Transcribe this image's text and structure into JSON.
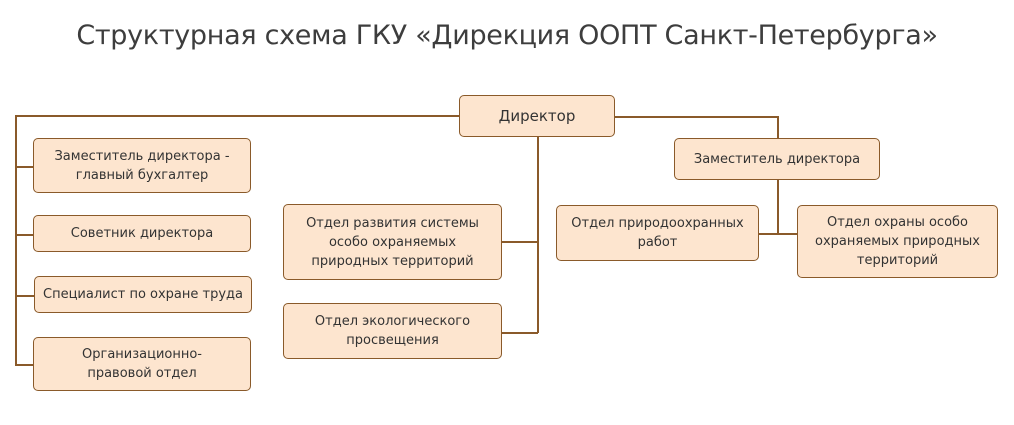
{
  "title": "Структурная схема ГКУ «Дирекция ООПТ Санкт-Петербурга»",
  "colors": {
    "box_fill": "#fde5cf",
    "box_border": "#8a5a2a",
    "line": "#8a5a2a"
  },
  "nodes": {
    "director": "Директор",
    "deputy_accountant": "Заместитель директора - главный бухгалтер",
    "advisor": "Советник директора",
    "labor_safety": "Специалист по охране труда",
    "legal_dept": "Организационно-правовой отдел",
    "pa_system_dev": "Отдел развития системы особо охраняемых природных территорий",
    "eco_education": "Отдел экологического просвещения",
    "deputy_director": "Заместитель директора",
    "conservation_works": "Отдел природоохранных работ",
    "pa_protection": "Отдел охраны особо охраняемых природных территорий"
  }
}
